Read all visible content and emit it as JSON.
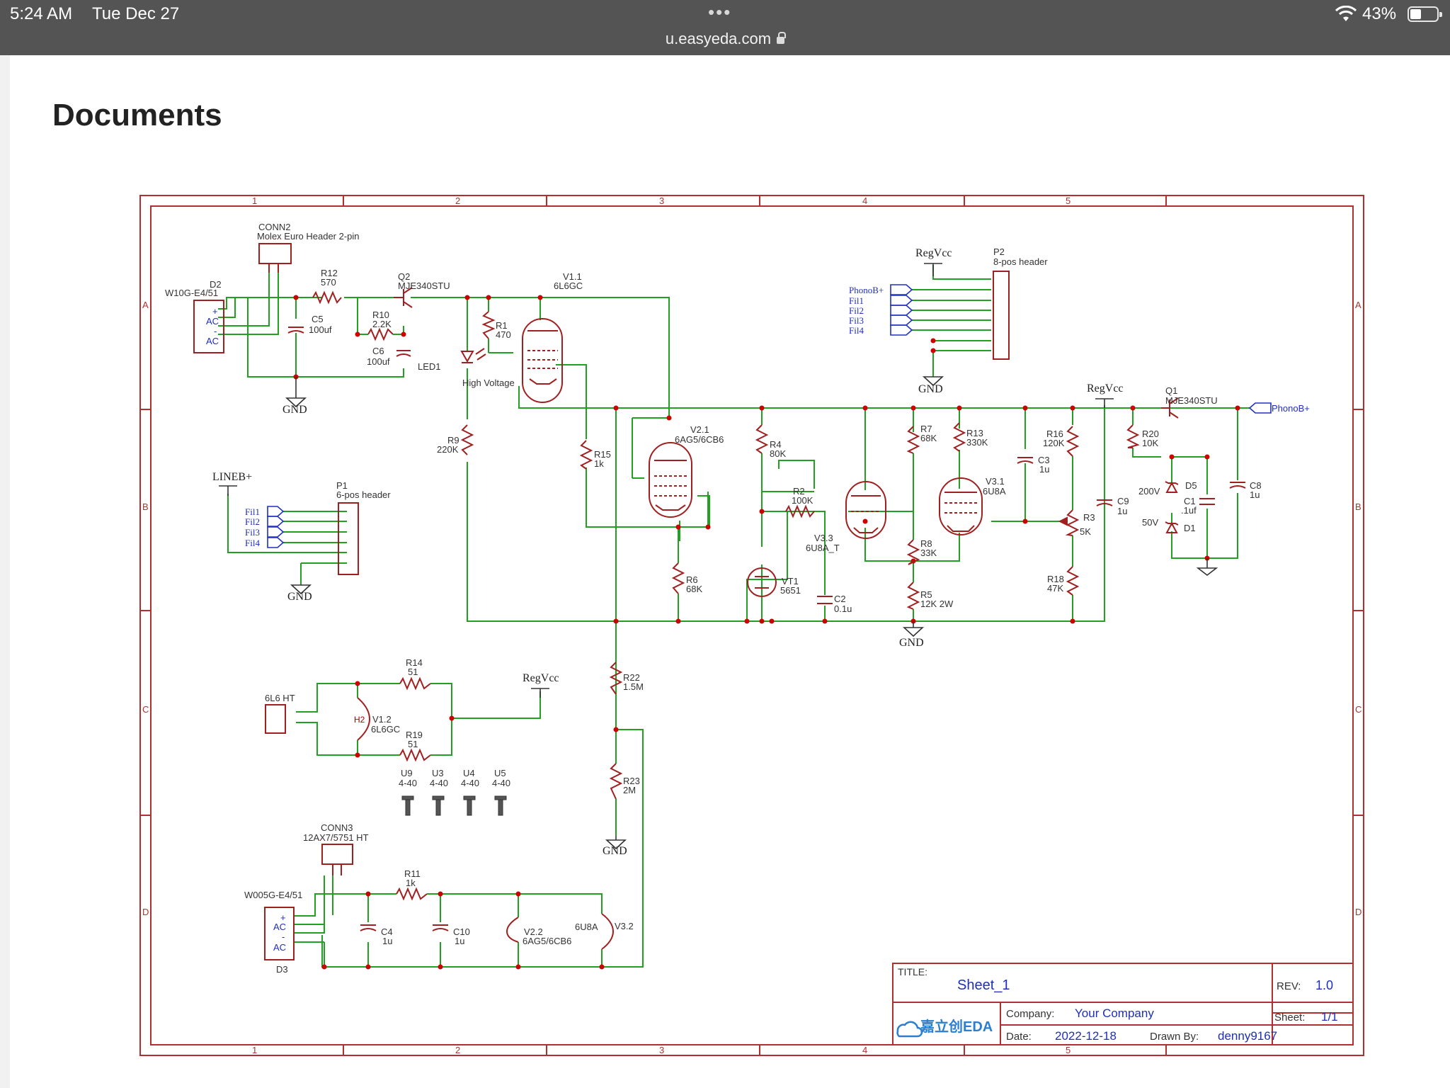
{
  "status_bar": {
    "time": "5:24 AM",
    "date": "Tue Dec 27",
    "dots": "•••",
    "url": "u.easyeda.com",
    "battery_text": "43%",
    "battery_level": 0.43
  },
  "page": {
    "title": "Documents"
  },
  "schematic": {
    "frame_col_labels": [
      "1",
      "2",
      "3",
      "4",
      "5"
    ],
    "frame_row_labels": [
      "A",
      "B",
      "C",
      "D"
    ],
    "power_labels": {
      "gnd": "GND",
      "regvcc": "RegVcc",
      "lineb": "LINEB+",
      "phonob": "PhonoB+"
    },
    "components": {
      "conn2": {
        "ref": "CONN2",
        "value": "Molex Euro Header 2-pin"
      },
      "d2": {
        "ref": "D2",
        "value": "W10G-E4/51"
      },
      "r12": {
        "ref": "R12",
        "value": "570"
      },
      "q2": {
        "ref": "Q2",
        "value": "MJE340STU"
      },
      "r10": {
        "ref": "R10",
        "value": "2.2K"
      },
      "c5": {
        "ref": "C5",
        "value": "100uf"
      },
      "c6": {
        "ref": "C6",
        "value": "100uf"
      },
      "led1": {
        "ref": "LED1",
        "value": "High Voltage"
      },
      "r1": {
        "ref": "R1",
        "value": "470"
      },
      "v11": {
        "ref": "V1.1",
        "value": "6L6GC"
      },
      "r9": {
        "ref": "R9",
        "value": "220K"
      },
      "r15": {
        "ref": "R15",
        "value": "1k"
      },
      "v21": {
        "ref": "V2.1",
        "value": "6AG5/6CB6"
      },
      "r6": {
        "ref": "R6",
        "value": "68K"
      },
      "r4": {
        "ref": "R4",
        "value": "80K"
      },
      "r2": {
        "ref": "R2",
        "value": "100K"
      },
      "v33": {
        "ref": "V3.3",
        "value": "6U8A_T"
      },
      "vt1": {
        "ref": "VT1",
        "value": "5651"
      },
      "c2": {
        "ref": "C2",
        "value": "0.1u"
      },
      "r7": {
        "ref": "R7",
        "value": "68K"
      },
      "r8": {
        "ref": "R8",
        "value": "33K"
      },
      "r5": {
        "ref": "R5",
        "value": "12K 2W"
      },
      "r13": {
        "ref": "R13",
        "value": "330K"
      },
      "v31": {
        "ref": "V3.1",
        "value": "6U8A"
      },
      "c3": {
        "ref": "C3",
        "value": "1u"
      },
      "r16": {
        "ref": "R16",
        "value": "120K"
      },
      "r3": {
        "ref": "R3",
        "value": "5K"
      },
      "r18": {
        "ref": "R18",
        "value": "47K"
      },
      "c9": {
        "ref": "C9",
        "value": "1u"
      },
      "r20": {
        "ref": "R20",
        "value": "10K"
      },
      "q1": {
        "ref": "Q1",
        "value": "MJE340STU"
      },
      "d5": {
        "ref": "D5",
        "value": "200V"
      },
      "d1": {
        "ref": "D1",
        "value": "50V"
      },
      "c1": {
        "ref": "C1",
        "value": ".1uf"
      },
      "c8": {
        "ref": "C8",
        "value": "1u"
      },
      "p2": {
        "ref": "P2",
        "value": "8-pos header"
      },
      "p1": {
        "ref": "P1",
        "value": "6-pos header"
      },
      "r14": {
        "ref": "R14",
        "value": "51"
      },
      "r19": {
        "ref": "R19",
        "value": "51"
      },
      "v12": {
        "ref": "V1.2",
        "value": "6L6GC"
      },
      "h2": {
        "ref": "H2"
      },
      "r22": {
        "ref": "R22",
        "value": "1.5M"
      },
      "r23": {
        "ref": "R23",
        "value": "2M"
      },
      "conn3": {
        "ref": "CONN3",
        "value": "12AX7/5751 HT"
      },
      "d3": {
        "ref": "D3",
        "value": "W005G-E4/51"
      },
      "r11": {
        "ref": "R11",
        "value": "1k"
      },
      "c4": {
        "ref": "C4",
        "value": "1u"
      },
      "c10": {
        "ref": "C10",
        "value": "1u"
      },
      "v22": {
        "ref": "V2.2",
        "value": "6AG5/6CB6"
      },
      "v32": {
        "ref": "V3.2",
        "value": "6U8A"
      },
      "ht6l6": {
        "ref": "6L6 HT"
      }
    },
    "p2_nets": [
      "PhonoB+",
      "Fil1",
      "Fil2",
      "Fil3",
      "Fil4"
    ],
    "p1_nets": [
      "Fil1",
      "Fil2",
      "Fil3",
      "Fil4"
    ],
    "screws": [
      {
        "ref": "U9",
        "value": "4-40"
      },
      {
        "ref": "U3",
        "value": "4-40"
      },
      {
        "ref": "U4",
        "value": "4-40"
      },
      {
        "ref": "U5",
        "value": "4-40"
      }
    ],
    "bridge_pins": {
      "plus": "+",
      "minus": "-",
      "ac": "AC"
    },
    "title_block": {
      "title_label": "TITLE:",
      "title": "Sheet_1",
      "rev_label": "REV:",
      "rev": "1.0",
      "company_label": "Company:",
      "company": "Your Company",
      "sheet_label": "Sheet:",
      "sheet": "1/1",
      "date_label": "Date:",
      "date": "2022-12-18",
      "drawn_label": "Drawn By:",
      "drawn_by": "denny9167",
      "logo": "嘉立创EDA"
    }
  }
}
